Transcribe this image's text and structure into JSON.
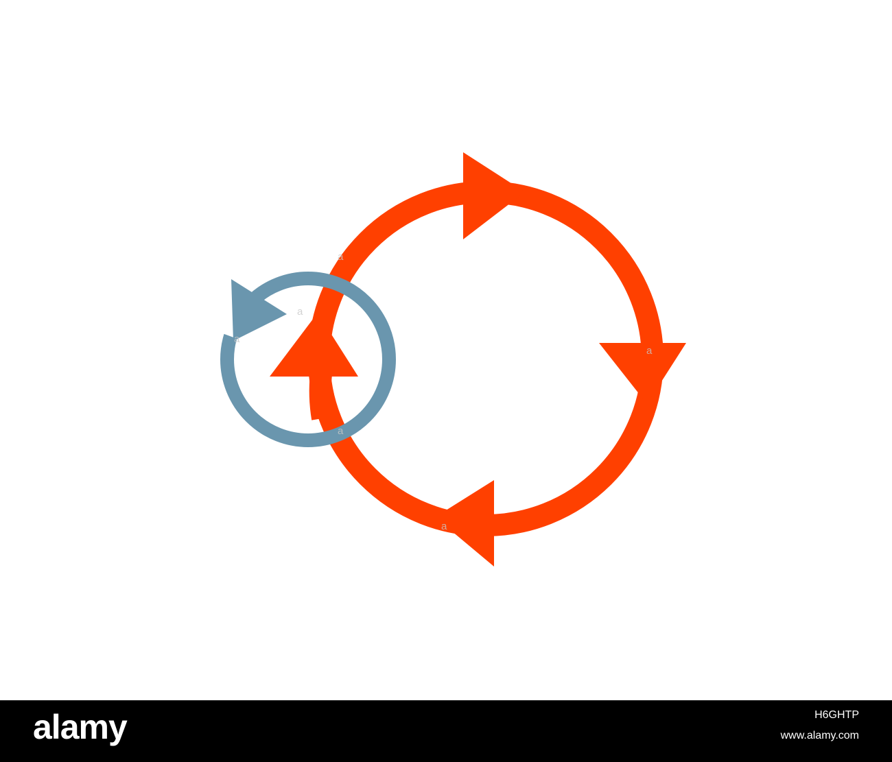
{
  "diagram": {
    "colors": {
      "background": "#ffffff",
      "big_cycle": "#ff4000",
      "small_cycle": "#6a96ae",
      "watermark": "#c8c8c8"
    },
    "watermark_glyph": "a",
    "big_cycle_arrows": 4,
    "small_cycle_arrows": 1
  },
  "footer": {
    "background": "#000000",
    "text_color": "#ffffff",
    "logo": "alamy",
    "image_id": "H6GHTP",
    "site": "www.alamy.com"
  }
}
